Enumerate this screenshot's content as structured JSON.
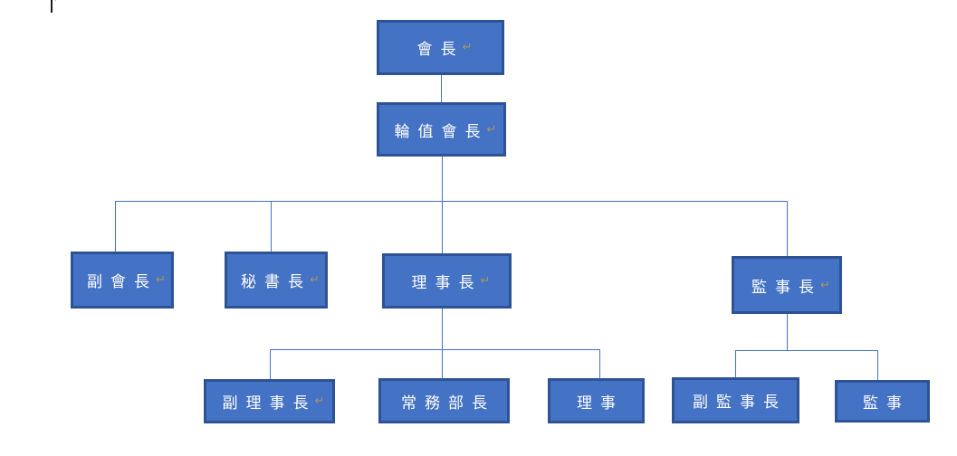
{
  "diagram": {
    "type": "org-chart",
    "return_glyph": "↵",
    "formatting_mark_glyph": "ˈ",
    "nodes": [
      {
        "id": "president",
        "label": "會長",
        "has_return_mark": true
      },
      {
        "id": "rotating-president",
        "label": "輪值會長",
        "has_return_mark": true
      },
      {
        "id": "vice-president",
        "label": "副會長",
        "has_return_mark": true
      },
      {
        "id": "secretary-general",
        "label": "秘書長",
        "has_return_mark": true
      },
      {
        "id": "chairman-of-directors",
        "label": "理事長",
        "has_return_mark": true
      },
      {
        "id": "chief-supervisor",
        "label": "監事長",
        "has_return_mark": true
      },
      {
        "id": "vice-chairman-of-directors",
        "label": "副理事長",
        "has_return_mark": true
      },
      {
        "id": "executive-department-head",
        "label": "常務部長",
        "has_return_mark": false
      },
      {
        "id": "director",
        "label": "理事",
        "has_return_mark": false
      },
      {
        "id": "vice-chief-supervisor",
        "label": "副監事長",
        "has_return_mark": false
      },
      {
        "id": "supervisor",
        "label": "監事",
        "has_return_mark": false
      }
    ],
    "hierarchy": [
      {
        "parent": "會長",
        "children": [
          "輪值會長"
        ]
      },
      {
        "parent": "輪值會長",
        "children": [
          "副會長",
          "秘書長",
          "理事長",
          "監事長"
        ]
      },
      {
        "parent": "理事長",
        "children": [
          "副理事長",
          "常務部長",
          "理事"
        ]
      },
      {
        "parent": "監事長",
        "children": [
          "副監事長",
          "監事"
        ]
      }
    ],
    "colors": {
      "page_background": "#FFFFFF",
      "box_fill": "#4472C4",
      "box_border": "#2E5395",
      "connector": "#4472C4",
      "text": "#FFFFFF",
      "return_mark": "#A6936A"
    }
  }
}
